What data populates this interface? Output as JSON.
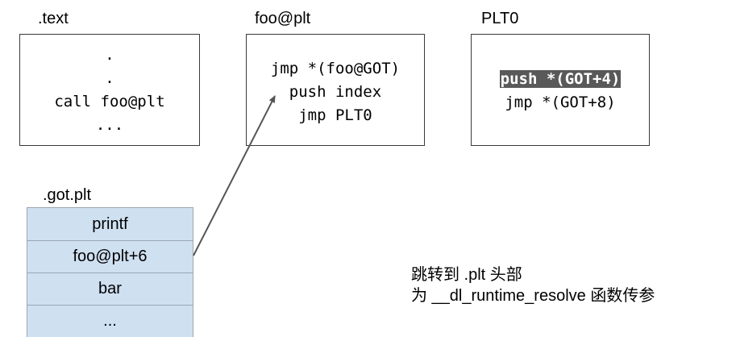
{
  "text_section": {
    "label": ".text",
    "lines": [
      ".",
      ".",
      "call foo@plt",
      "..."
    ]
  },
  "plt_entry": {
    "label": "foo@plt",
    "lines": [
      "jmp *(foo@GOT)",
      "push index",
      "jmp PLT0"
    ]
  },
  "plt0": {
    "label": "PLT0",
    "lines": [
      "push *(GOT+4)",
      "jmp *(GOT+8)"
    ],
    "highlighted_line": "push *(GOT+4)"
  },
  "got_plt": {
    "label": ".got.plt",
    "rows": [
      "printf",
      "foo@plt+6",
      "bar",
      "..."
    ]
  },
  "note": {
    "line1": "跳转到 .plt 头部",
    "line2": "为 __dl_runtime_resolve 函数传参"
  },
  "colors": {
    "got_fill": "#cfe0f1",
    "highlight": "#595959",
    "arrow": "#555555"
  }
}
